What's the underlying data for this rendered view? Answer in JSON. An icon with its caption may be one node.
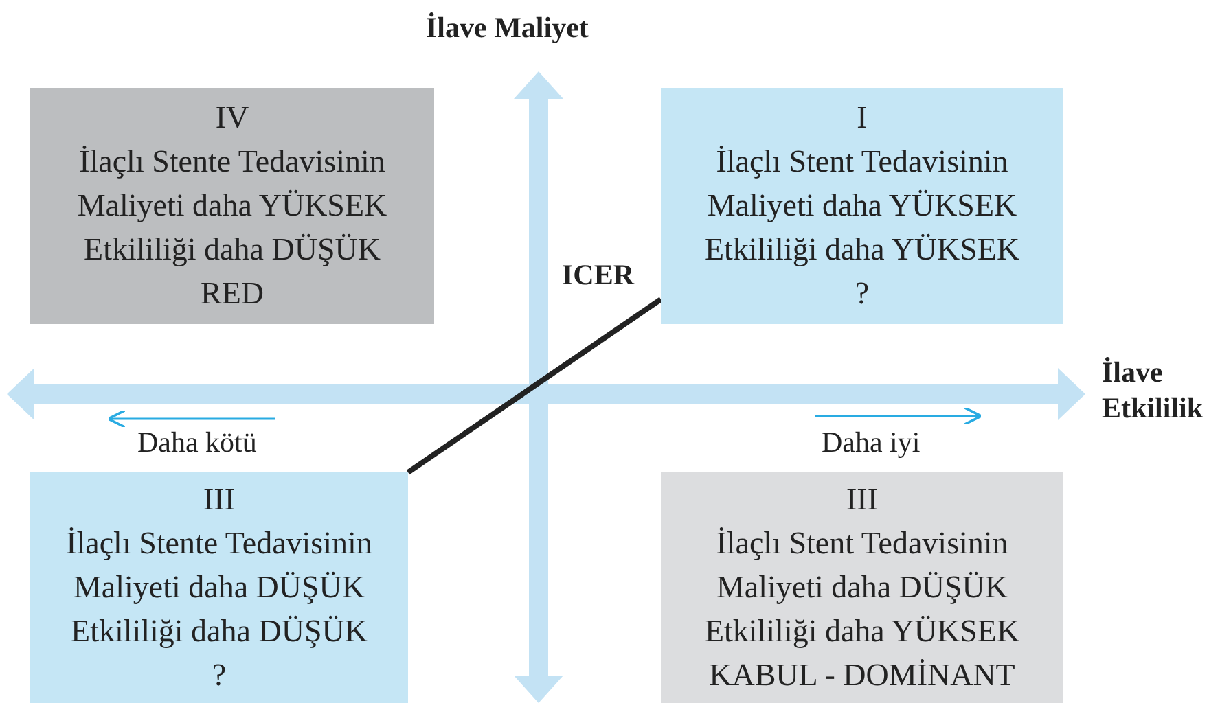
{
  "diagram": {
    "nodes": [
      {
        "text": [
          "IV",
          "İlaçlı Stente Tedavisinin",
          "Maliyeti daha YÜKSEK",
          "Etkililiği daha DÜŞÜK",
          "RED"
        ]
      },
      {
        "text": [
          "I",
          "İlaçlı Stent Tedavisinin",
          "Maliyeti daha YÜKSEK",
          "Etkililiği daha YÜKSEK",
          "?"
        ]
      },
      {
        "text": [
          "III",
          "İlaçlı Stente Tedavisinin",
          "Maliyeti daha DÜŞÜK",
          "Etkililiği daha DÜŞÜK",
          "?"
        ]
      },
      {
        "text": [
          "III",
          "İlaçlı Stent Tedavisinin",
          "Maliyeti daha DÜŞÜK",
          "Etkililiği daha YÜKSEK",
          "KABUL - DOMİNANT"
        ]
      }
    ],
    "edges": [
      {
        "from": 2,
        "to": 1,
        "arrow": "none",
        "label": "ICER"
      }
    ],
    "labels": [
      "İlave Maliyet",
      "İlave Etkililik",
      "Daha kötü",
      "Daha iyi"
    ]
  }
}
